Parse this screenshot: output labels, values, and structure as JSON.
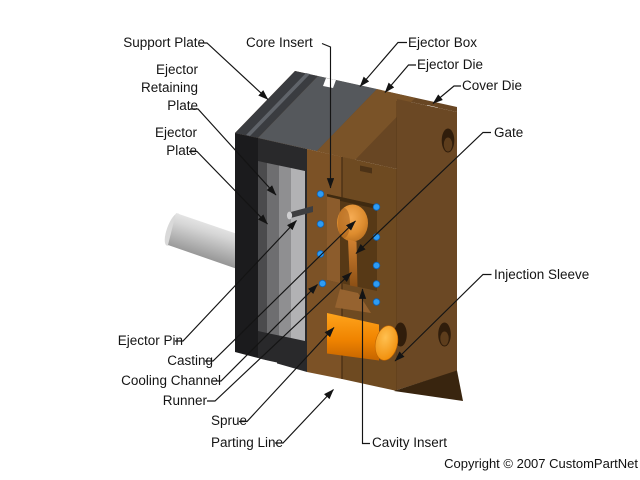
{
  "labels": {
    "support_plate": "Support Plate",
    "core_insert": "Core Insert",
    "ejector_box": "Ejector Box",
    "ejector_die": "Ejector Die",
    "cover_die": "Cover Die",
    "gate": "Gate",
    "ejector_retaining_plate": "Ejector Retaining Plate",
    "ejector_plate": "Ejector Plate",
    "injection_sleeve": "Injection Sleeve",
    "ejector_pin": "Ejector Pin",
    "casting": "Casting",
    "cooling_channel": "Cooling Channel",
    "runner": "Runner",
    "sprue": "Sprue",
    "parting_line": "Parting Line",
    "cavity_insert": "Cavity Insert"
  },
  "copyright": "Copyright © 2007 CustomPartNet",
  "colors": {
    "background": "#ffffff",
    "leader_line_black": "#141414",
    "ejector_box_black": "#1b1b1d",
    "plate_gray_light": "#b2b2b4",
    "ejector_die_brown": "#7c5226",
    "cover_die_brown": "#6b4824",
    "casting_orange": "#e2912f",
    "molten_metal_orange": "#f79c10",
    "cooling_channel_blue": "#2e9cf4"
  },
  "cooling_channels": {
    "left_row_dot_count": 4,
    "right_row_dot_count": 5
  }
}
